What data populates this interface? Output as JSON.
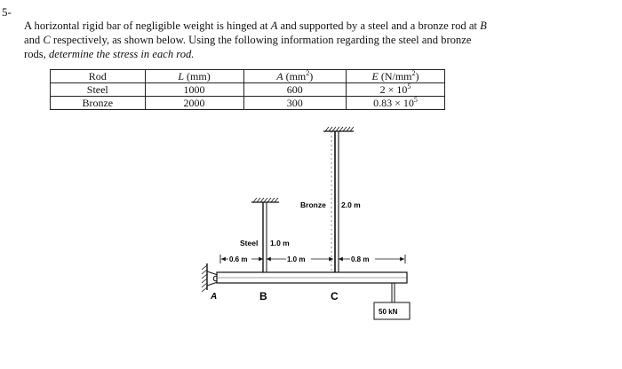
{
  "problem": {
    "number": "5-",
    "statement_part1": "A horizontal rigid bar of negligible weight is hinged at ",
    "hinge_point": "A",
    "statement_part2": " and supported by a steel and a bronze rod at ",
    "point_b": "B",
    "statement_part3": " and ",
    "point_c": "C",
    "statement_part4": " respectively, as shown below. Using the following information regarding the steel and bronze rods, ",
    "instruction": "determine the stress in each rod."
  },
  "table": {
    "headers": {
      "rod": "Rod",
      "length_symbol": "L",
      "length_unit": " (mm)",
      "area_symbol": "A",
      "area_unit": " (mm",
      "area_exp": "2",
      "area_close": ")",
      "modulus_symbol": "E",
      "modulus_unit": " (N/mm",
      "modulus_exp": "2",
      "modulus_close": ")"
    },
    "rows": [
      {
        "rod": "Steel",
        "length": "1000",
        "area": "600",
        "modulus_mantissa": "2 × 10",
        "modulus_exp": "5"
      },
      {
        "rod": "Bronze",
        "length": "2000",
        "area": "300",
        "modulus_mantissa": "0.83 × 10",
        "modulus_exp": "5"
      }
    ]
  },
  "figure": {
    "bronze_label": "Bronze",
    "bronze_length": "2.0 m",
    "steel_label": "Steel",
    "steel_length": "1.0 m",
    "dim_ab": "0.6 m",
    "dim_bc": "1.0 m",
    "dim_cd": "0.8 m",
    "point_a": "A",
    "point_b": "B",
    "point_c": "C",
    "load": "50 kN"
  }
}
